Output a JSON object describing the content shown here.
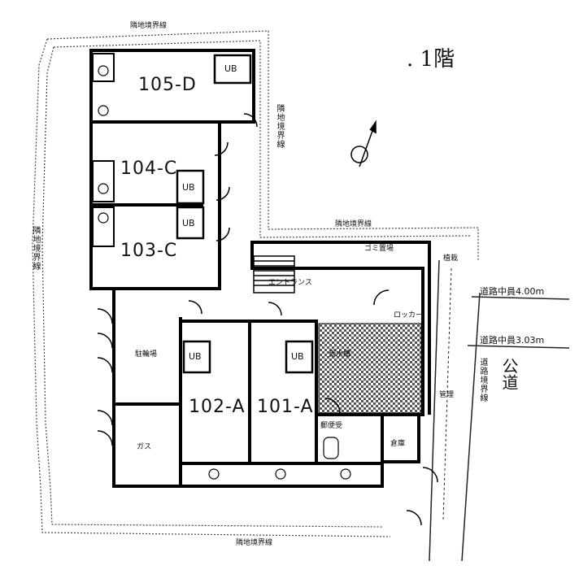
{
  "floor_label": ". 1階",
  "public_road": "公道",
  "boundary_top": "隣地境界線",
  "boundary_mid": "隣地境界線",
  "boundary_bottom": "隣地境界線",
  "boundary_left": "隣地境界線",
  "boundary_right_upper": "隣地境界線",
  "boundary_right_lower": "道路境界線",
  "road_width_1": "道路中員4.00m",
  "road_width_2": "道路中員3.03m",
  "units": {
    "u105": "105-D",
    "u104": "104-C",
    "u103": "103-C",
    "u102": "102-A",
    "u101": "101-A"
  },
  "ub": "UB",
  "rooms": {
    "bike": "駐輪場",
    "gas": "ガス",
    "trash": "ゴミ置場",
    "entrance": "エントランス",
    "mailbox": "郵便受",
    "storage": "倉庫",
    "counter": "ロッカー",
    "elevator_tank": "受水槽",
    "kanri": "管理",
    "plant": "植栽"
  }
}
